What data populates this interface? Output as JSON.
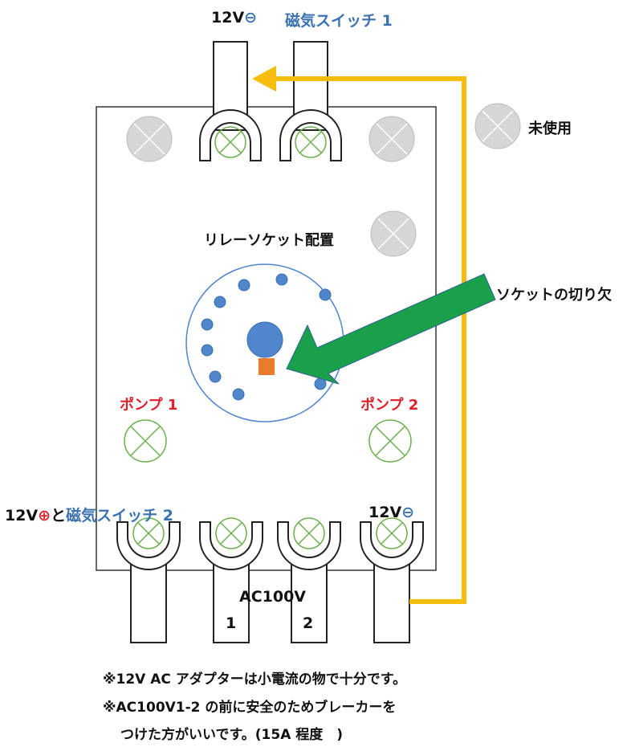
{
  "labels": {
    "top_left_voltage": "12V",
    "top_left_sign": "⊖",
    "top_switch": "磁気スイッチ 1",
    "unused": "未使用",
    "socket_title": "リレーソケット配置",
    "notch": "ソケットの切り欠",
    "pump1": "ポンプ 1",
    "pump2": "ポンプ 2",
    "bottom_left_voltage": "12V",
    "bottom_left_sign": "⊕",
    "bottom_left_and": "と",
    "bottom_switch": "磁気スイッチ 2",
    "bottom_right_voltage": "12V",
    "bottom_right_sign": "⊖",
    "ac": "AC100V",
    "ac1": "1",
    "ac2": "2"
  },
  "notes": [
    "※12V AC アダプターは小電流の物で十分です。",
    "※AC100V1-2 の前に安全のためブレーカーを",
    "つけた方がいいです。(15A 程度　)"
  ],
  "colors": {
    "wire_yellow": "#f5bd0e",
    "arrow_green": "#1aa04a",
    "pin_blue": "#4f86cc",
    "notch_orange": "#ea7b2c",
    "x_green": "#6ab04c",
    "blue_text": "#3a72b0",
    "red_text": "#e0202a"
  }
}
